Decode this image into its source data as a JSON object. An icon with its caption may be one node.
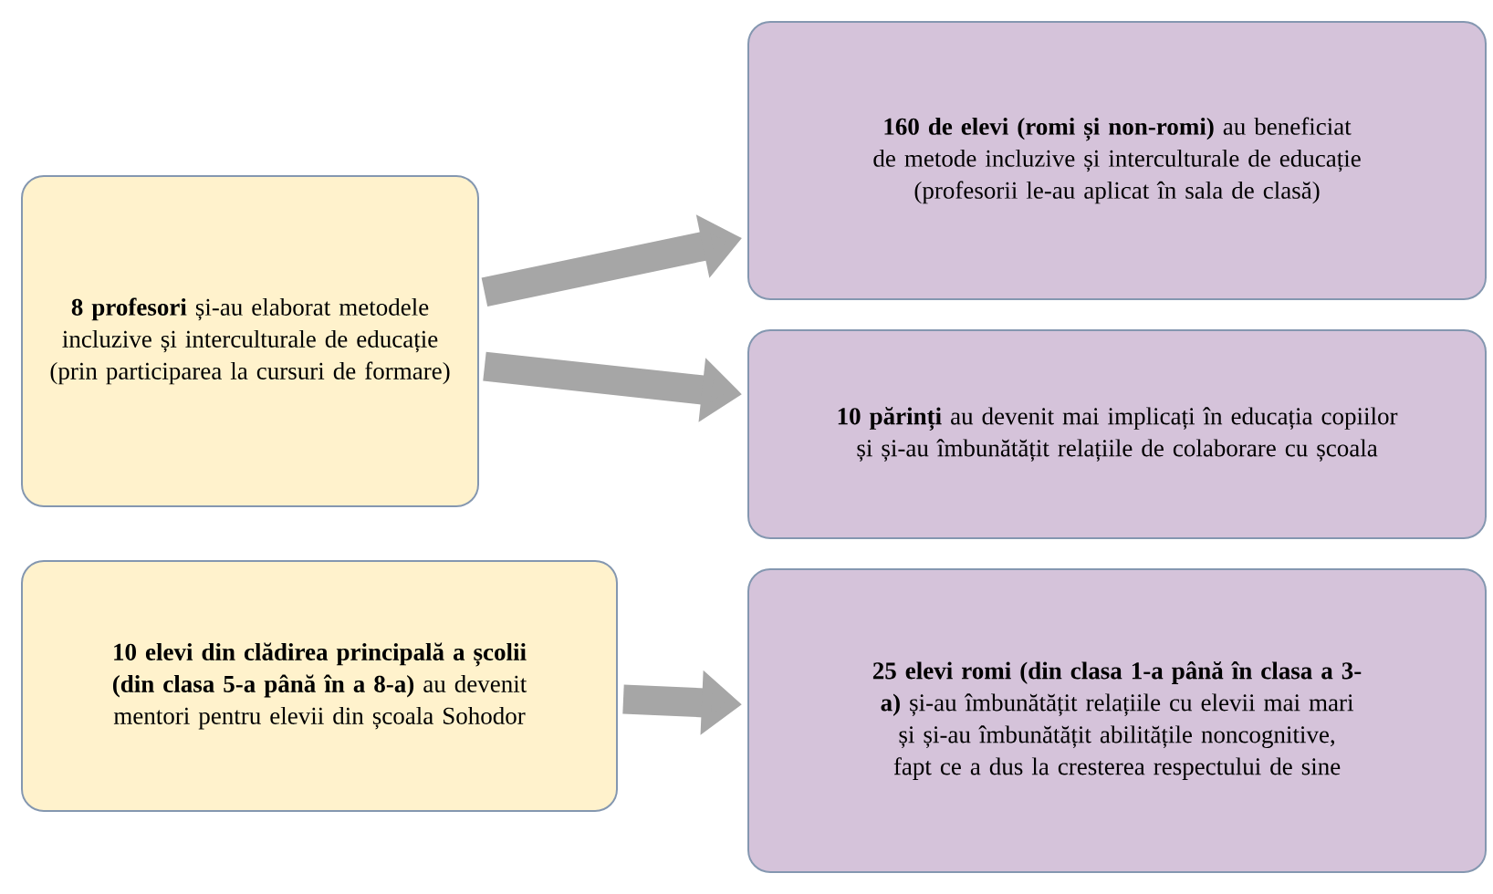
{
  "diagram": {
    "nodes": [
      {
        "text": [
          "**8 profesori** și-au elaborat metodele incluzive și interculturale de educație (prin participarea la cursuri de formare)"
        ]
      },
      {
        "text": [
          "**160 de elevi (romi și non-romi)** au beneficiat de metode incluzive și interculturale de educație (profesorii le-au aplicat în sala de clasă)"
        ]
      },
      {
        "text": [
          "**10 părinți** au devenit mai implicați în educația copiilor și și-au îmbunătățit relațiile de colaborare cu școala"
        ]
      },
      {
        "text": [
          "**10 elevi din clădirea principală a școlii (din clasa 5-a până în a 8-a)** au devenit mentori pentru elevii din școala Sohodor"
        ]
      },
      {
        "text": [
          "**25 elevi romi (din clasa 1-a până în clasa a 3-a)** și-au îmbunătățit relațiile cu elevii mai mari și și-au îmbunătățit abilitățile noncognitive, fapt ce a dus la cresterea respectului de sine"
        ]
      }
    ],
    "edges": [
      {
        "from": 0,
        "to": 1,
        "arrow": "to"
      },
      {
        "from": 0,
        "to": 2,
        "arrow": "to"
      },
      {
        "from": 3,
        "to": 4,
        "arrow": "to"
      }
    ]
  }
}
